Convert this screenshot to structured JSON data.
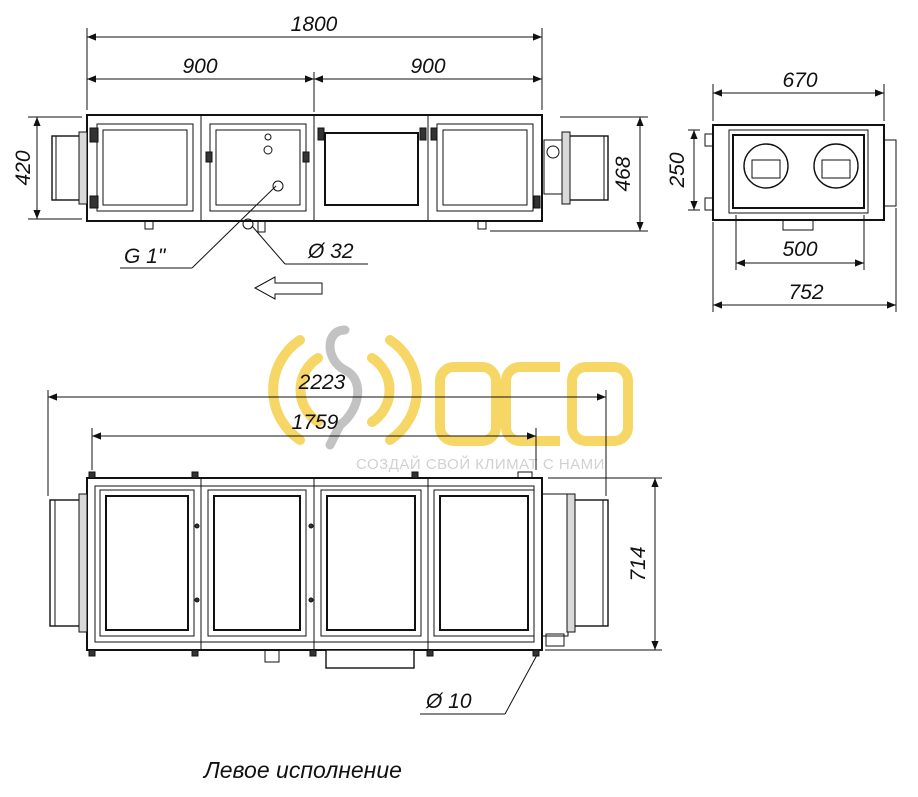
{
  "top_view": {
    "overall_width": "1800",
    "left_half": "900",
    "right_half": "900",
    "height": "420",
    "height_with_supports": "468",
    "pipe_label": "G 1\"",
    "drain_label": "Ø 32"
  },
  "side_view": {
    "width_outer": "670",
    "duct_center": "250",
    "duct_span": "500",
    "width_total": "752"
  },
  "bottom_view": {
    "overall_length": "2223",
    "body_length": "1759",
    "depth": "714",
    "hole_label": "Ø 10"
  },
  "watermark": {
    "tagline": "СОЗДАЙ СВОЙ КЛИМАТ С НАМИ"
  },
  "caption": "Левое исполнение",
  "colors": {
    "line": "#111111",
    "watermark_yellow": "#f5cf4a",
    "watermark_gray": "#c9c9c9"
  }
}
